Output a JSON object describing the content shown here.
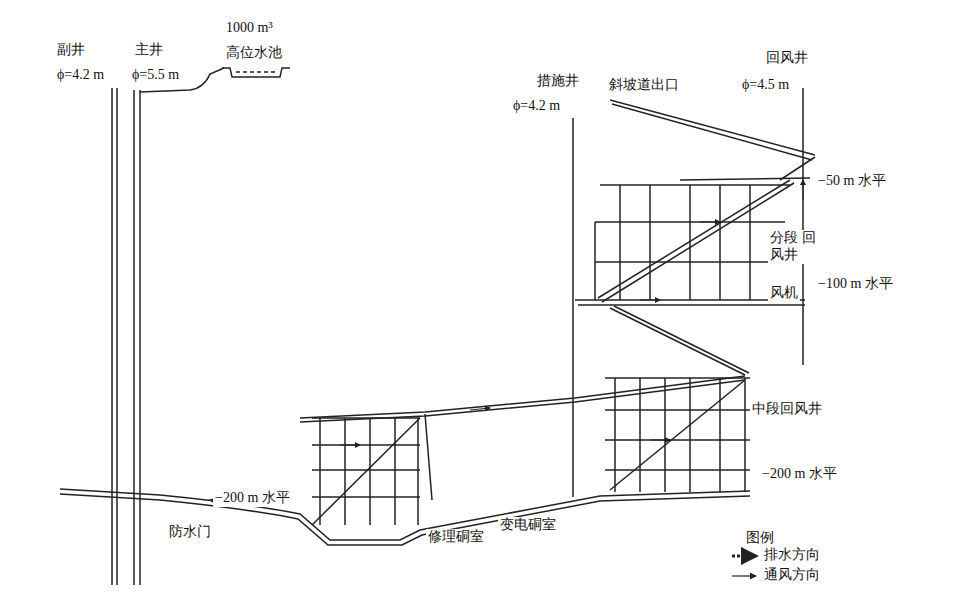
{
  "diagram": {
    "labels": [
      "副井",
      "ϕ=4.2 m",
      "主井",
      "ϕ=5.5 m",
      "1000 m³",
      "高位水池",
      "措施井",
      "ϕ=4.2 m",
      "斜坡道出口",
      "回风井",
      "ϕ=4.5 m",
      "−50 m 水平",
      "分段 回风井",
      "风机",
      "−100 m 水平",
      "中段回风井",
      "−200 m 水平",
      "−200 m 水平",
      "防水门",
      "修理硐室",
      "变电硐室",
      "图例"
    ],
    "legend": [
      {
        "text": "排水方向"
      },
      {
        "text": "通风方向"
      }
    ]
  }
}
